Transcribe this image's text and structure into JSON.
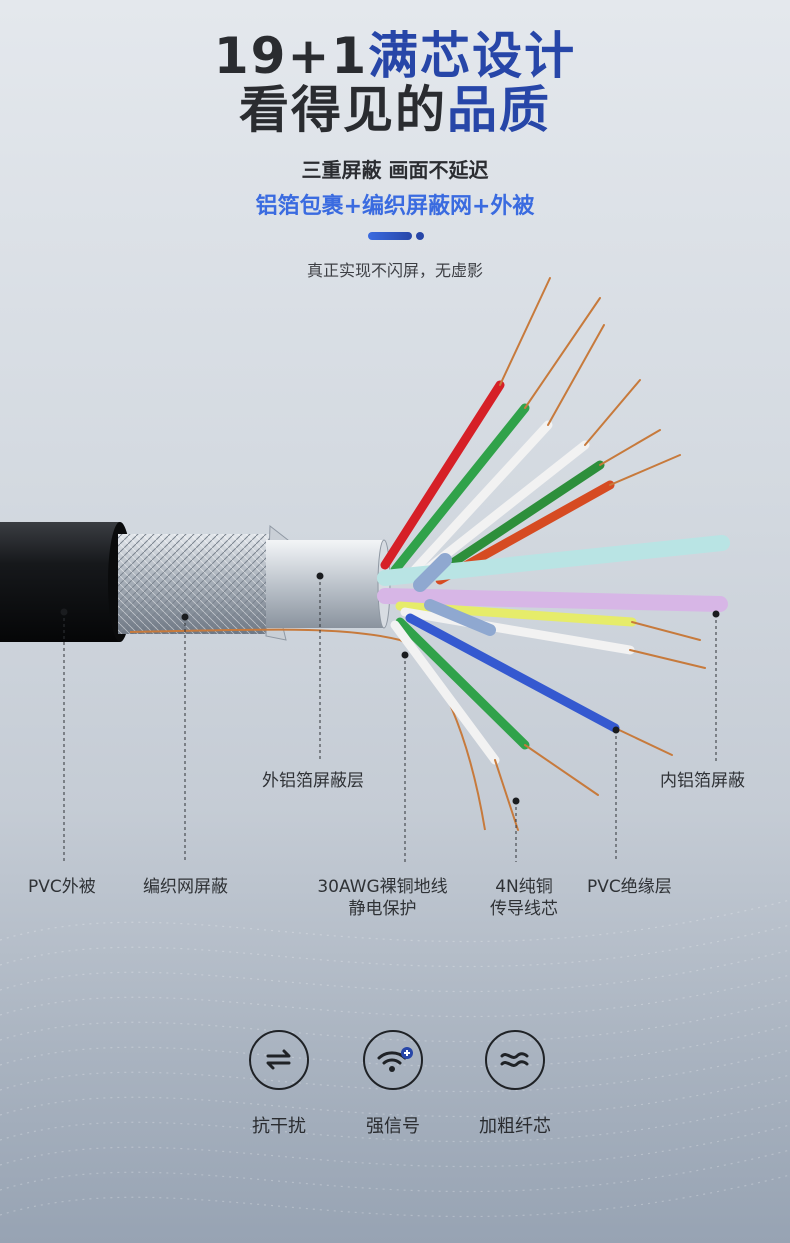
{
  "header": {
    "title_line1_dark": "19+1",
    "title_line1_blue": "满芯设计",
    "title_line2_dark": "看得见的",
    "title_line2_blue": "品质",
    "subtitle": "三重屏蔽 画面不延迟",
    "highlight": "铝箔包裹+编织屏蔽网+外被",
    "caption": "真正实现不闪屏，无虚影"
  },
  "labels": {
    "outer_foil": "外铝箔屏蔽层",
    "inner_foil": "内铝箔屏蔽",
    "pvc_jacket": "PVC外被",
    "braid": "编织网屏蔽",
    "ground_line1": "30AWG裸铜地线",
    "ground_line2": "静电保护",
    "copper_line1": "4N纯铜",
    "copper_line2": "传导线芯",
    "insulation": "PVC绝缘层"
  },
  "features": [
    {
      "icon": "anti-interference-icon",
      "label": "抗干扰"
    },
    {
      "icon": "strong-signal-icon",
      "label": "强信号"
    },
    {
      "icon": "thick-core-icon",
      "label": "加粗纤芯"
    }
  ],
  "colors": {
    "accent_blue": "#2746a8",
    "highlight_blue": "#3a6be0",
    "text_dark": "#2a2c30"
  }
}
